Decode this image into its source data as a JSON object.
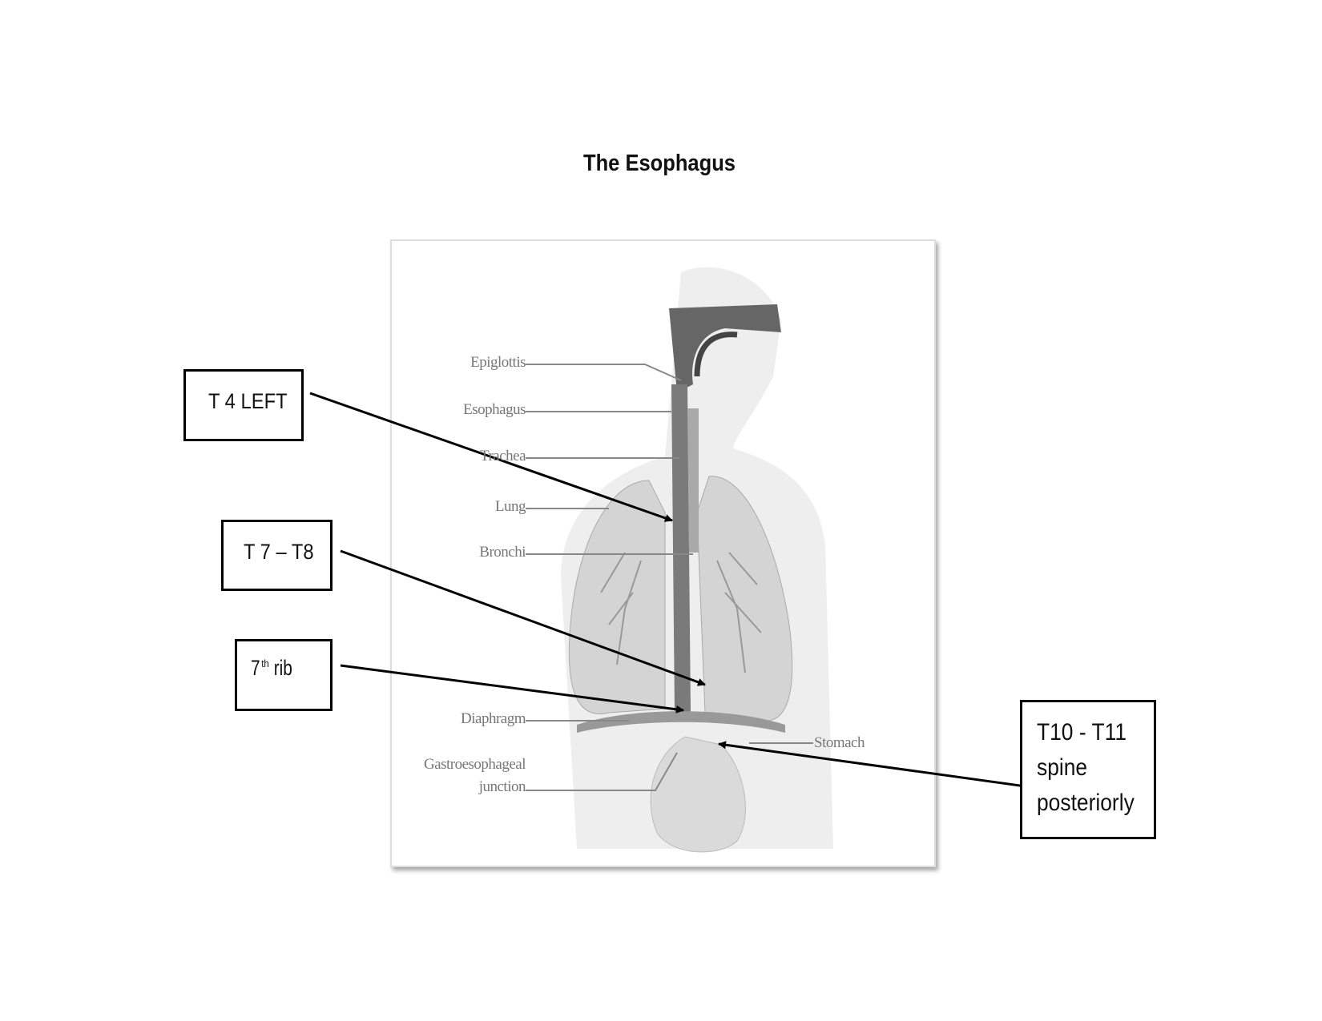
{
  "title": "The Esophagus",
  "illustration": {
    "labels": {
      "epiglottis": "Epiglottis",
      "esophagus": "Esophagus",
      "trachea": "Trachea",
      "lung": "Lung",
      "bronchi": "Bronchi",
      "diaphragm": "Diaphragm",
      "ge_junction_line1": "Gastroesophageal",
      "ge_junction_line2": "junction",
      "stomach": "Stomach"
    }
  },
  "callouts": {
    "t4": "T 4 LEFT",
    "t7t8": "T 7 – T8",
    "rib_num": "7",
    "rib_sup": "th",
    "rib_word": " rib",
    "t10_line1": "T10 - T11",
    "t10_line2": "spine",
    "t10_line3": "posteriorly"
  }
}
